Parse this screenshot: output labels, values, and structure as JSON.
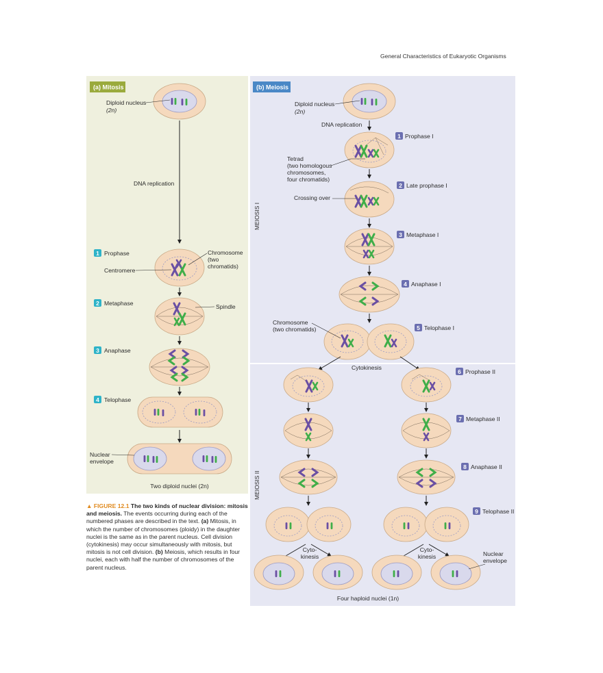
{
  "header": {
    "running_title": "General Characteristics of Eukaryotic Organisms"
  },
  "colors": {
    "mitosis_panel": "#eff0de",
    "meiosis_panel": "#e6e7f3",
    "mitosis_tag": "#9aaa3c",
    "meiosis_tag": "#4a88c6",
    "step_mitosis": "#2eb3c8",
    "step_meiosis": "#6b6fb0",
    "cell": "#f5d9bd",
    "nucleus": "#d9d9ec",
    "purple_chromosome": "#6a4fa3",
    "green_chromosome": "#3fae49",
    "caption_accent": "#e08a1e"
  },
  "mitosis": {
    "tag": "(a) Mitosis",
    "diploid_nucleus": "Diploid nucleus",
    "ploidy": "(2n)",
    "dna_replication": "DNA replication",
    "chromosome_label": [
      "Chromosome",
      "(two",
      "chromatids)"
    ],
    "centromere": "Centromere",
    "spindle": "Spindle",
    "nuclear_envelope": [
      "Nuclear",
      "envelope"
    ],
    "result": "Two diploid nuclei (2n)",
    "steps": [
      {
        "num": "1",
        "name": "Prophase"
      },
      {
        "num": "2",
        "name": "Metaphase"
      },
      {
        "num": "3",
        "name": "Anaphase"
      },
      {
        "num": "4",
        "name": "Telophase"
      }
    ]
  },
  "meiosis": {
    "tag": "(b) Meiosis",
    "diploid_nucleus": "Diploid nucleus",
    "ploidy": "(2n)",
    "dna_replication": "DNA replication",
    "tetrad": [
      "Tetrad",
      "(two homologous",
      "chromosomes,",
      "four chromatids)"
    ],
    "crossing_over": "Crossing over",
    "chromosome_label": [
      "Chromosome",
      "(two chromatids)"
    ],
    "cytokinesis": "Cytokinesis",
    "cyto_kinesis": [
      "Cyto-",
      "kinesis"
    ],
    "nuclear_envelope": [
      "Nuclear",
      "envelope"
    ],
    "meiosis_1": "MEIOSIS I",
    "meiosis_2": "MEIOSIS II",
    "result": "Four haploid nuclei (1n)",
    "steps": [
      {
        "num": "1",
        "name": "Prophase I"
      },
      {
        "num": "2",
        "name": "Late prophase I"
      },
      {
        "num": "3",
        "name": "Metaphase I"
      },
      {
        "num": "4",
        "name": "Anaphase I"
      },
      {
        "num": "5",
        "name": "Telophase I"
      },
      {
        "num": "6",
        "name": "Prophase II"
      },
      {
        "num": "7",
        "name": "Metaphase II"
      },
      {
        "num": "8",
        "name": "Anaphase II"
      },
      {
        "num": "9",
        "name": "Telophase II"
      }
    ]
  },
  "caption": {
    "figure_label": "▲ FIGURE 12.1",
    "title": "The two kinds of nuclear division: mitosis and meiosis.",
    "text1": "The events occurring during each of the numbered phases are described in the text.",
    "a_label": "(a)",
    "text2": "Mitosis, in which the number of chromosomes (ploidy) in the daughter nuclei is the same as in the parent nucleus. Cell division (cytokinesis) may occur simultaneously with mitosis, but mitosis is not cell division.",
    "b_label": "(b)",
    "text3": "Meiosis, which results in four nuclei, each with half the number of chromosomes of the parent nucleus."
  }
}
